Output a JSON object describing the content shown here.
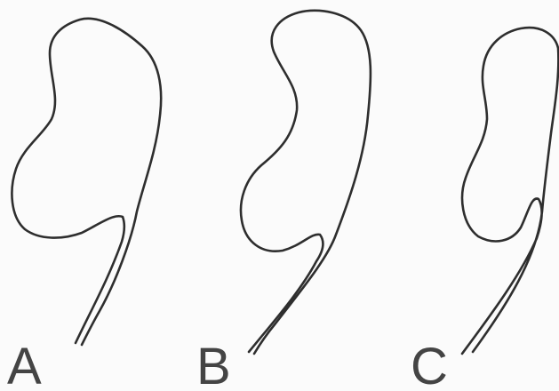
{
  "figure": {
    "panels": [
      {
        "label": "A"
      },
      {
        "label": "B"
      },
      {
        "label": "C"
      }
    ],
    "colors": {
      "background": "#fbfbfb",
      "outline": "#2e2e2e",
      "label": "#444444"
    }
  }
}
